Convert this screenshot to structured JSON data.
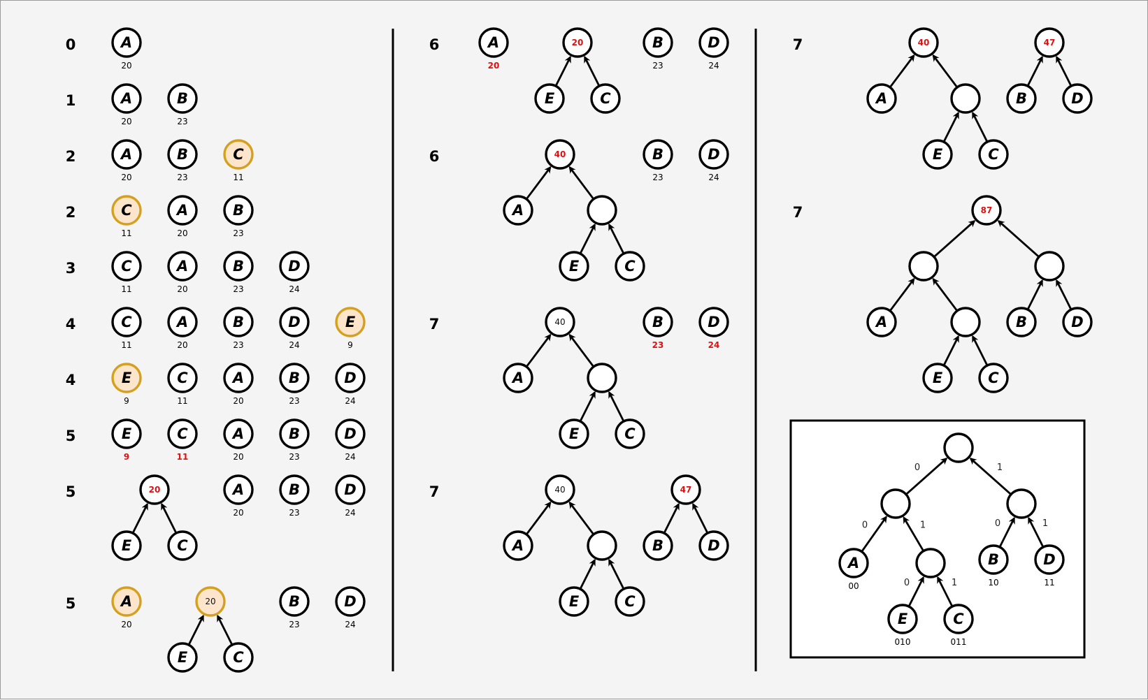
{
  "title": "",
  "colors": {
    "highlight_fill": "#fde5cc",
    "highlight_stroke": "#d4a020",
    "emphasis_text": "#e01010"
  },
  "steps": [
    {
      "id": "s0",
      "label": "0",
      "nodes": [
        {
          "id": "s0A",
          "letter": "A",
          "value": "20"
        }
      ],
      "edges": []
    },
    {
      "id": "s1",
      "label": "1",
      "nodes": [
        {
          "id": "s1A",
          "letter": "A",
          "value": "20"
        },
        {
          "id": "s1B",
          "letter": "B",
          "value": "23"
        }
      ],
      "edges": []
    },
    {
      "id": "s2",
      "label": "2",
      "nodes": [
        {
          "id": "s2A",
          "letter": "A",
          "value": "20"
        },
        {
          "id": "s2B",
          "letter": "B",
          "value": "23"
        },
        {
          "id": "s2C",
          "letter": "C",
          "value": "11",
          "highlight": true
        }
      ],
      "edges": []
    },
    {
      "id": "s3",
      "label": "2",
      "nodes": [
        {
          "id": "s3C",
          "letter": "C",
          "value": "11",
          "highlight": true
        },
        {
          "id": "s3A",
          "letter": "A",
          "value": "20"
        },
        {
          "id": "s3B",
          "letter": "B",
          "value": "23"
        }
      ],
      "edges": []
    },
    {
      "id": "s4",
      "label": "3",
      "nodes": [
        {
          "id": "s4C",
          "letter": "C",
          "value": "11"
        },
        {
          "id": "s4A",
          "letter": "A",
          "value": "20"
        },
        {
          "id": "s4B",
          "letter": "B",
          "value": "23"
        },
        {
          "id": "s4D",
          "letter": "D",
          "value": "24"
        }
      ],
      "edges": []
    },
    {
      "id": "s5",
      "label": "4",
      "nodes": [
        {
          "id": "s5C",
          "letter": "C",
          "value": "11"
        },
        {
          "id": "s5A",
          "letter": "A",
          "value": "20"
        },
        {
          "id": "s5B",
          "letter": "B",
          "value": "23"
        },
        {
          "id": "s5D",
          "letter": "D",
          "value": "24"
        },
        {
          "id": "s5E",
          "letter": "E",
          "value": "9",
          "highlight": true
        }
      ],
      "edges": []
    },
    {
      "id": "s6",
      "label": "4",
      "nodes": [
        {
          "id": "s6E",
          "letter": "E",
          "value": "9",
          "highlight": true
        },
        {
          "id": "s6C",
          "letter": "C",
          "value": "11"
        },
        {
          "id": "s6A",
          "letter": "A",
          "value": "20"
        },
        {
          "id": "s6B",
          "letter": "B",
          "value": "23"
        },
        {
          "id": "s6D",
          "letter": "D",
          "value": "24"
        }
      ],
      "edges": []
    },
    {
      "id": "s7",
      "label": "5",
      "nodes": [
        {
          "id": "s7E",
          "letter": "E",
          "value": "9",
          "value_red": true
        },
        {
          "id": "s7C",
          "letter": "C",
          "value": "11",
          "value_red": true
        },
        {
          "id": "s7A",
          "letter": "A",
          "value": "20"
        },
        {
          "id": "s7B",
          "letter": "B",
          "value": "23"
        },
        {
          "id": "s7D",
          "letter": "D",
          "value": "24"
        }
      ],
      "edges": []
    },
    {
      "id": "s8",
      "label": "5",
      "nodes": [
        {
          "id": "s8N",
          "letter": "",
          "weight": "20",
          "weight_style": "red"
        },
        {
          "id": "s8E",
          "letter": "E"
        },
        {
          "id": "s8C",
          "letter": "C"
        },
        {
          "id": "s8A",
          "letter": "A",
          "value": "20"
        },
        {
          "id": "s8B",
          "letter": "B",
          "value": "23"
        },
        {
          "id": "s8D",
          "letter": "D",
          "value": "24"
        }
      ],
      "edges": [
        [
          "s8E",
          "s8N"
        ],
        [
          "s8C",
          "s8N"
        ]
      ]
    },
    {
      "id": "s9",
      "label": "5",
      "nodes": [
        {
          "id": "s9A",
          "letter": "A",
          "value": "20",
          "highlight": true
        },
        {
          "id": "s9N",
          "letter": "",
          "weight": "20",
          "weight_style": "plain",
          "highlight": true
        },
        {
          "id": "s9E",
          "letter": "E"
        },
        {
          "id": "s9C",
          "letter": "C"
        },
        {
          "id": "s9B",
          "letter": "B",
          "value": "23"
        },
        {
          "id": "s9D",
          "letter": "D",
          "value": "24"
        }
      ],
      "edges": [
        [
          "s9E",
          "s9N"
        ],
        [
          "s9C",
          "s9N"
        ]
      ]
    },
    {
      "id": "s10",
      "label": "6",
      "nodes": [
        {
          "id": "s10A",
          "letter": "A",
          "value": "20",
          "value_red": true
        },
        {
          "id": "s10N",
          "letter": "",
          "weight": "20",
          "weight_style": "red"
        },
        {
          "id": "s10E",
          "letter": "E"
        },
        {
          "id": "s10C",
          "letter": "C"
        },
        {
          "id": "s10B",
          "letter": "B",
          "value": "23"
        },
        {
          "id": "s10D",
          "letter": "D",
          "value": "24"
        }
      ],
      "edges": [
        [
          "s10E",
          "s10N"
        ],
        [
          "s10C",
          "s10N"
        ]
      ]
    },
    {
      "id": "s11",
      "label": "6",
      "nodes": [
        {
          "id": "s11R",
          "letter": "",
          "weight": "40",
          "weight_style": "red"
        },
        {
          "id": "s11A",
          "letter": "A"
        },
        {
          "id": "s11N",
          "letter": ""
        },
        {
          "id": "s11E",
          "letter": "E"
        },
        {
          "id": "s11C",
          "letter": "C"
        },
        {
          "id": "s11B",
          "letter": "B",
          "value": "23"
        },
        {
          "id": "s11D",
          "letter": "D",
          "value": "24"
        }
      ],
      "edges": [
        [
          "s11A",
          "s11R"
        ],
        [
          "s11N",
          "s11R"
        ],
        [
          "s11E",
          "s11N"
        ],
        [
          "s11C",
          "s11N"
        ]
      ]
    },
    {
      "id": "s12",
      "label": "7",
      "nodes": [
        {
          "id": "s12R",
          "letter": "",
          "weight": "40",
          "weight_style": "plain"
        },
        {
          "id": "s12A",
          "letter": "A"
        },
        {
          "id": "s12N",
          "letter": ""
        },
        {
          "id": "s12E",
          "letter": "E"
        },
        {
          "id": "s12C",
          "letter": "C"
        },
        {
          "id": "s12B",
          "letter": "B",
          "value": "23",
          "value_red": true
        },
        {
          "id": "s12D",
          "letter": "D",
          "value": "24",
          "value_red": true
        }
      ],
      "edges": [
        [
          "s12A",
          "s12R"
        ],
        [
          "s12N",
          "s12R"
        ],
        [
          "s12E",
          "s12N"
        ],
        [
          "s12C",
          "s12N"
        ]
      ]
    },
    {
      "id": "s13",
      "label": "7",
      "nodes": [
        {
          "id": "s13R",
          "letter": "",
          "weight": "40",
          "weight_style": "plain"
        },
        {
          "id": "s13A",
          "letter": "A"
        },
        {
          "id": "s13N",
          "letter": ""
        },
        {
          "id": "s13E",
          "letter": "E"
        },
        {
          "id": "s13C",
          "letter": "C"
        },
        {
          "id": "s13M",
          "letter": "",
          "weight": "47",
          "weight_style": "red"
        },
        {
          "id": "s13B",
          "letter": "B"
        },
        {
          "id": "s13D",
          "letter": "D"
        }
      ],
      "edges": [
        [
          "s13A",
          "s13R"
        ],
        [
          "s13N",
          "s13R"
        ],
        [
          "s13E",
          "s13N"
        ],
        [
          "s13C",
          "s13N"
        ],
        [
          "s13B",
          "s13M"
        ],
        [
          "s13D",
          "s13M"
        ]
      ]
    },
    {
      "id": "s14",
      "label": "7",
      "nodes": [
        {
          "id": "s14R",
          "letter": "",
          "weight": "40",
          "weight_style": "red"
        },
        {
          "id": "s14A",
          "letter": "A"
        },
        {
          "id": "s14N",
          "letter": ""
        },
        {
          "id": "s14E",
          "letter": "E"
        },
        {
          "id": "s14C",
          "letter": "C"
        },
        {
          "id": "s14M",
          "letter": "",
          "weight": "47",
          "weight_style": "red"
        },
        {
          "id": "s14B",
          "letter": "B"
        },
        {
          "id": "s14D",
          "letter": "D"
        }
      ],
      "edges": [
        [
          "s14A",
          "s14R"
        ],
        [
          "s14N",
          "s14R"
        ],
        [
          "s14E",
          "s14N"
        ],
        [
          "s14C",
          "s14N"
        ],
        [
          "s14B",
          "s14M"
        ],
        [
          "s14D",
          "s14M"
        ]
      ]
    },
    {
      "id": "s15",
      "label": "7",
      "nodes": [
        {
          "id": "s15T",
          "letter": "",
          "weight": "87",
          "weight_style": "red"
        },
        {
          "id": "s15L",
          "letter": ""
        },
        {
          "id": "s15Rt",
          "letter": ""
        },
        {
          "id": "s15A",
          "letter": "A"
        },
        {
          "id": "s15N",
          "letter": ""
        },
        {
          "id": "s15E",
          "letter": "E"
        },
        {
          "id": "s15C",
          "letter": "C"
        },
        {
          "id": "s15B",
          "letter": "B"
        },
        {
          "id": "s15D",
          "letter": "D"
        }
      ],
      "edges": [
        [
          "s15L",
          "s15T"
        ],
        [
          "s15Rt",
          "s15T"
        ],
        [
          "s15A",
          "s15L"
        ],
        [
          "s15N",
          "s15L"
        ],
        [
          "s15E",
          "s15N"
        ],
        [
          "s15C",
          "s15N"
        ],
        [
          "s15B",
          "s15Rt"
        ],
        [
          "s15D",
          "s15Rt"
        ]
      ]
    },
    {
      "id": "s16",
      "label": "",
      "nodes": [
        {
          "id": "s16T",
          "letter": ""
        },
        {
          "id": "s16L",
          "letter": ""
        },
        {
          "id": "s16Rt",
          "letter": ""
        },
        {
          "id": "s16A",
          "letter": "A",
          "value": "00"
        },
        {
          "id": "s16N",
          "letter": ""
        },
        {
          "id": "s16E",
          "letter": "E",
          "value": "010"
        },
        {
          "id": "s16C",
          "letter": "C",
          "value": "011"
        },
        {
          "id": "s16B",
          "letter": "B",
          "value": "10"
        },
        {
          "id": "s16D",
          "letter": "D",
          "value": "11"
        }
      ],
      "edges": [
        [
          "s16L",
          "s16T",
          "0"
        ],
        [
          "s16Rt",
          "s16T",
          "1"
        ],
        [
          "s16A",
          "s16L",
          "0"
        ],
        [
          "s16N",
          "s16L",
          "1"
        ],
        [
          "s16E",
          "s16N",
          "0"
        ],
        [
          "s16C",
          "s16N",
          "1"
        ],
        [
          "s16B",
          "s16Rt",
          "0"
        ],
        [
          "s16D",
          "s16Rt",
          "1"
        ]
      ]
    }
  ]
}
